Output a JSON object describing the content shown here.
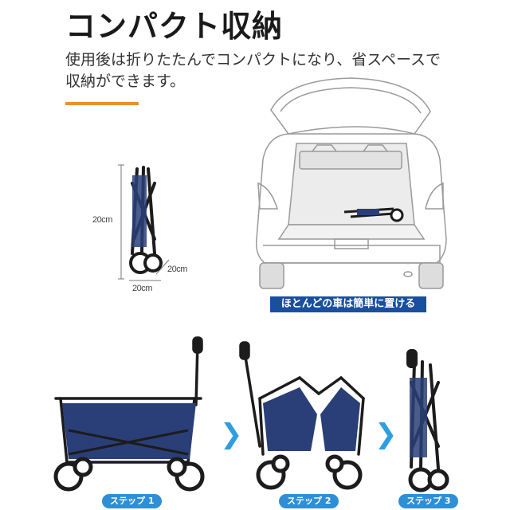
{
  "title": "コンパクト収納",
  "description": "使用後は折りたたんでコンパクトになり、省スペースで収納ができます。",
  "dimensions": {
    "height": "20cm",
    "width": "20cm",
    "depth": "20cm"
  },
  "car_caption": "ほとんどの車は簡単に置ける",
  "steps": [
    {
      "label": "ステップ 1"
    },
    {
      "label": "ステップ 2"
    },
    {
      "label": "ステップ 3"
    }
  ],
  "colors": {
    "accent": "#e8922a",
    "caption_bg": "#1a4fa0",
    "step_bg": "#2e8fd6",
    "arrow": "#2e9ee0",
    "wagon_fabric": "#2a3f78"
  },
  "icons": [
    "chevron-right-icon",
    "chevron-right-icon"
  ]
}
